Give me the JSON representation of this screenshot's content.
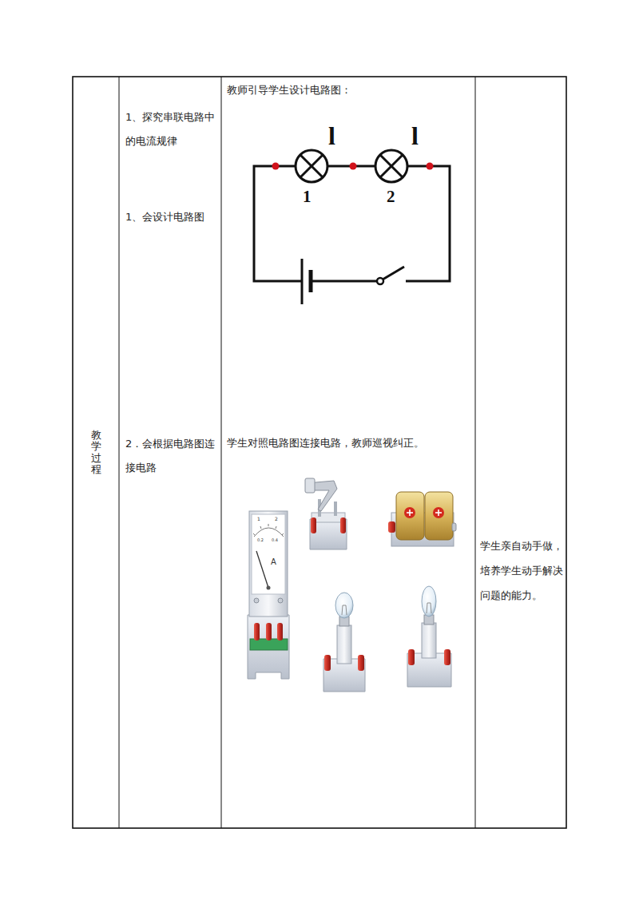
{
  "diagram": {
    "labels": [
      "教学过程",
      "1、探究串联电路中的电流规律",
      "1、会设计电路图",
      "2．会根据电路图连接电路",
      "教师引导学生设计电路图：",
      "l",
      "l",
      "1",
      "2",
      "学生对照电路图连接电路，教师巡视纠正。",
      "学生亲自动手做，培养学生动手解决问题的能力。",
      "1",
      "2",
      "0.2",
      "0.4",
      "A"
    ]
  }
}
